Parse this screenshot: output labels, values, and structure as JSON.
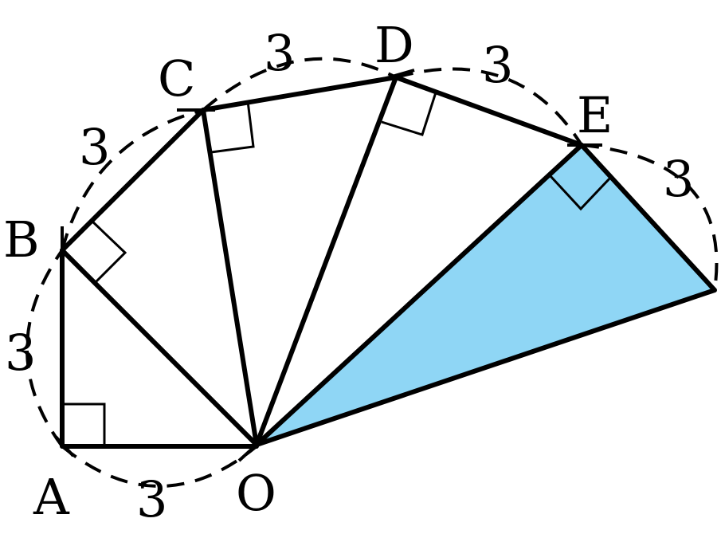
{
  "points": {
    "A": "A",
    "B": "B",
    "C": "C",
    "D": "D",
    "E": "E",
    "O": "O"
  },
  "lengths": {
    "AO": "3",
    "AB": "3",
    "BC": "3",
    "CD": "3",
    "DE": "3",
    "EF": "3"
  },
  "colors": {
    "shaded_triangle": "#8fd6f5",
    "stroke": "#000000"
  }
}
